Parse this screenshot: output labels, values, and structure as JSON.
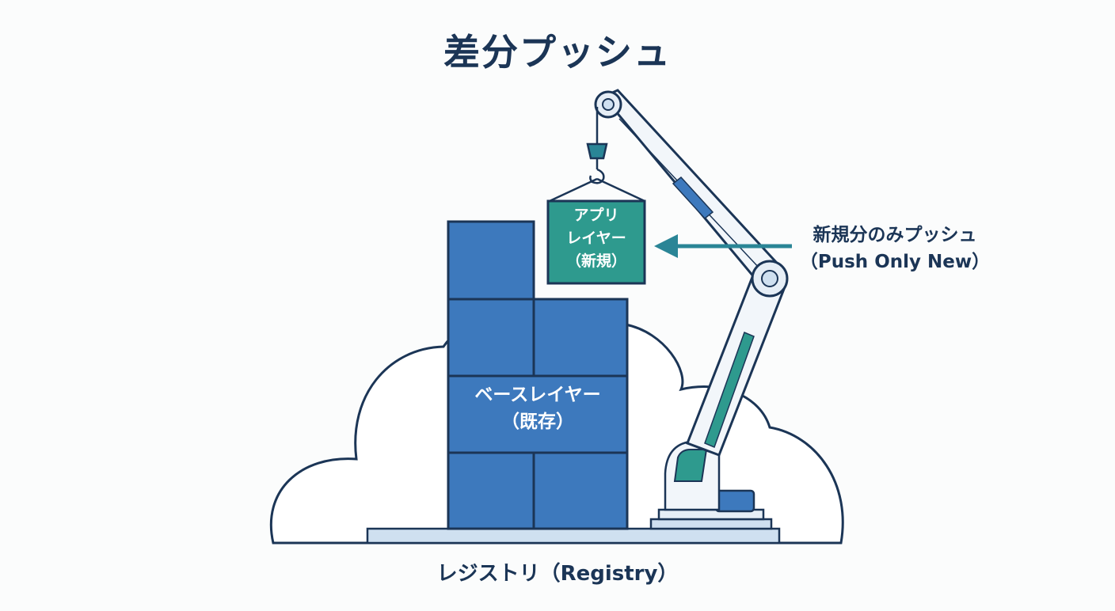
{
  "title": "差分プッシュ",
  "callout": {
    "line1": "新規分のみプッシュ",
    "line2": "（Push Only New）"
  },
  "app_layer": {
    "line1": "アプリ",
    "line2": "レイヤー",
    "line3": "（新規）"
  },
  "base_layer": {
    "line1": "ベースレイヤー",
    "line2": "（既存）"
  },
  "registry": {
    "label": "レジストリ（Registry）"
  },
  "colors": {
    "navy": "#1b3556",
    "block_blue": "#3d79bd",
    "teal": "#2e9a8e",
    "arrow_teal": "#2a8596",
    "cloud_stroke": "#1b3556",
    "platform": "#cfe0f0"
  }
}
